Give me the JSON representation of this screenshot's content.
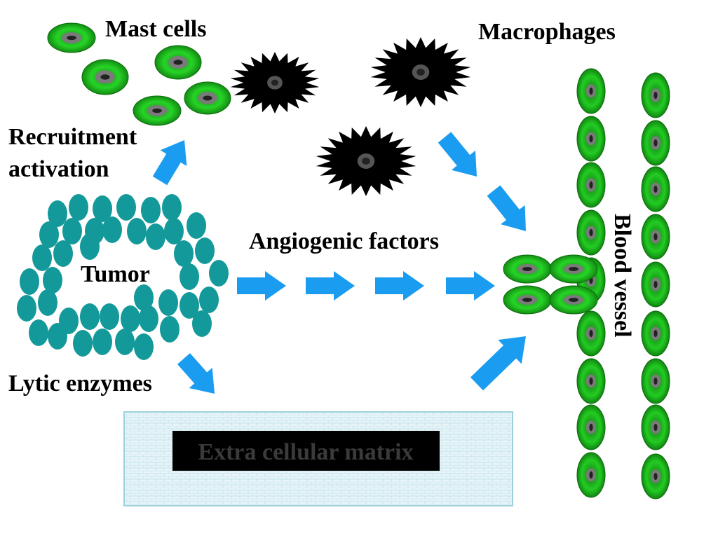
{
  "labels": {
    "mast_cells": "Mast cells",
    "macrophages": "Macrophages",
    "recruitment": "Recruitment",
    "activation": "activation",
    "tumor": "Tumor",
    "angiogenic_factors": "Angiogenic factors",
    "blood_vessel": "Blood vessel",
    "lytic_enzymes": "Lytic enzymes",
    "extracellular_matrix": "Extra cellular matrix"
  },
  "colors": {
    "arrow": "#1a9cf0",
    "tumor_cell": "#14999a",
    "green_cell": "#1ec81e",
    "green_cell_dark": "#0b6b0b",
    "nucleus": "#7a7a7a",
    "macrophage": "#000000",
    "ecm_fill": "#e3f3f7",
    "ecm_border": "#9fd0dc",
    "ecm_label_bg": "#000000",
    "ecm_label_text": "#3a3a3a"
  },
  "icons": {
    "mast_cell": "green-ellipse-cell-icon",
    "macrophage": "black-spiky-star-icon",
    "tumor_cell": "teal-oval-cell-icon",
    "endothelial_cell": "green-vertical-cell-icon",
    "arrow": "blue-block-arrow-icon"
  }
}
